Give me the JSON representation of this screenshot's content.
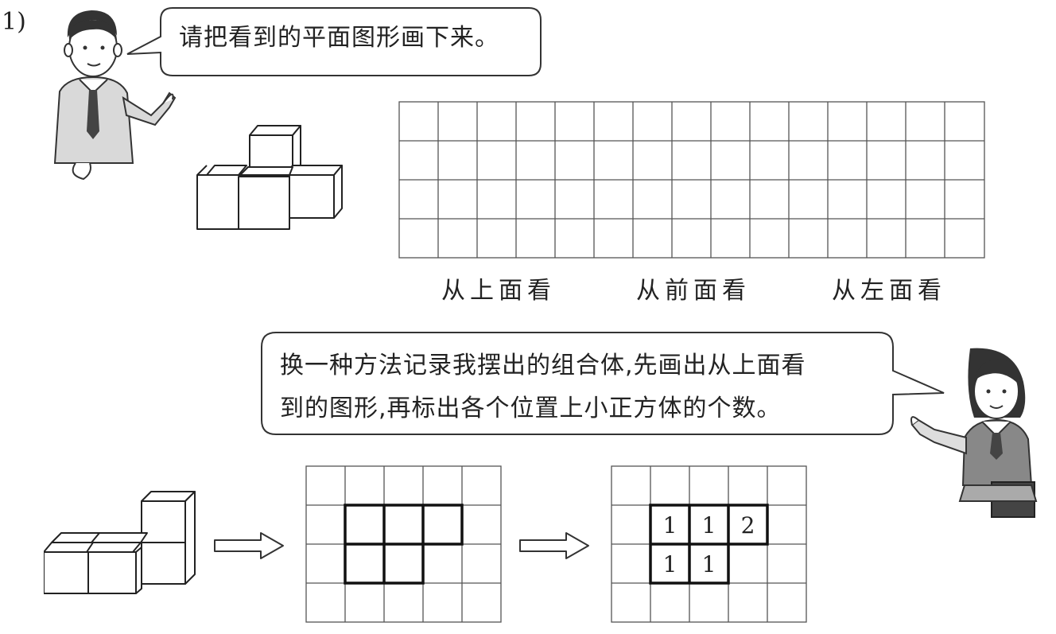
{
  "question": {
    "number": "1)"
  },
  "boy_bubble": {
    "text": "请把看到的平面图形画下来。"
  },
  "view_labels": {
    "top": "从上面看",
    "front": "从前面看",
    "left": "从左面看"
  },
  "girl_bubble": {
    "line1": "换一种方法记录我摆出的组合体,先画出从上面看",
    "line2": "到的图形,再标出各个位置上小正方体的个数。"
  },
  "count_grid": {
    "row1": [
      "1",
      "1",
      "2"
    ],
    "row2": [
      "1",
      "1"
    ]
  }
}
